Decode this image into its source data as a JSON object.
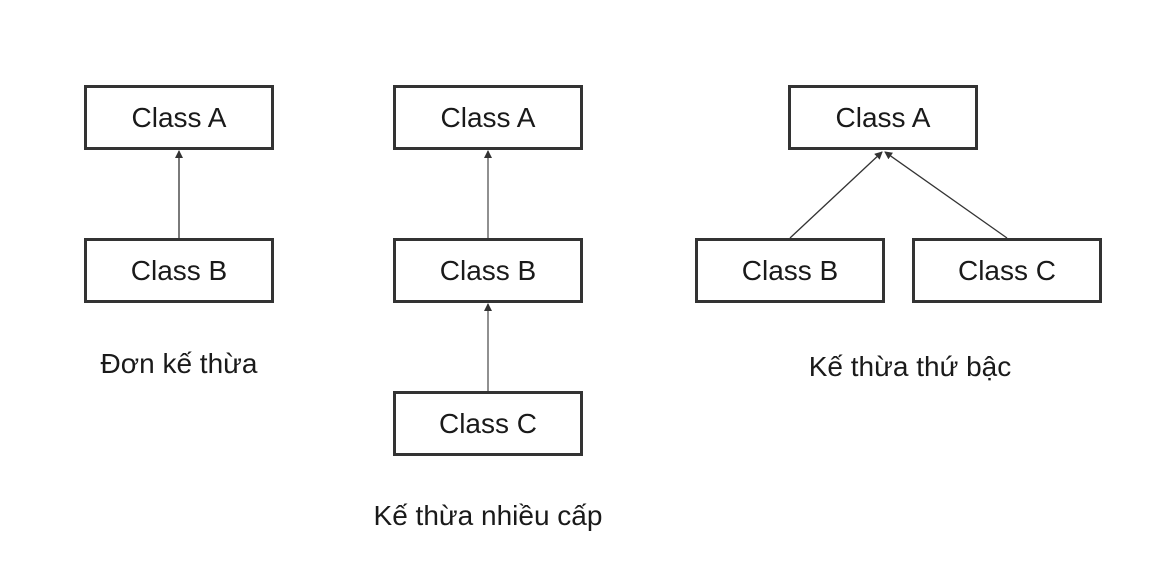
{
  "single_inheritance": {
    "class_a": "Class A",
    "class_b": "Class B",
    "caption": "Đơn kế thừa"
  },
  "multilevel_inheritance": {
    "class_a": "Class A",
    "class_b": "Class B",
    "class_c": "Class C",
    "caption": "Kế thừa nhiều cấp"
  },
  "hierarchical_inheritance": {
    "class_a": "Class A",
    "class_b": "Class B",
    "class_c": "Class C",
    "caption": "Kế thừa thứ bậc"
  },
  "colors": {
    "box_border": "#333333",
    "arrow": "#333333",
    "text": "#1a1a1a",
    "background": "#ffffff"
  }
}
